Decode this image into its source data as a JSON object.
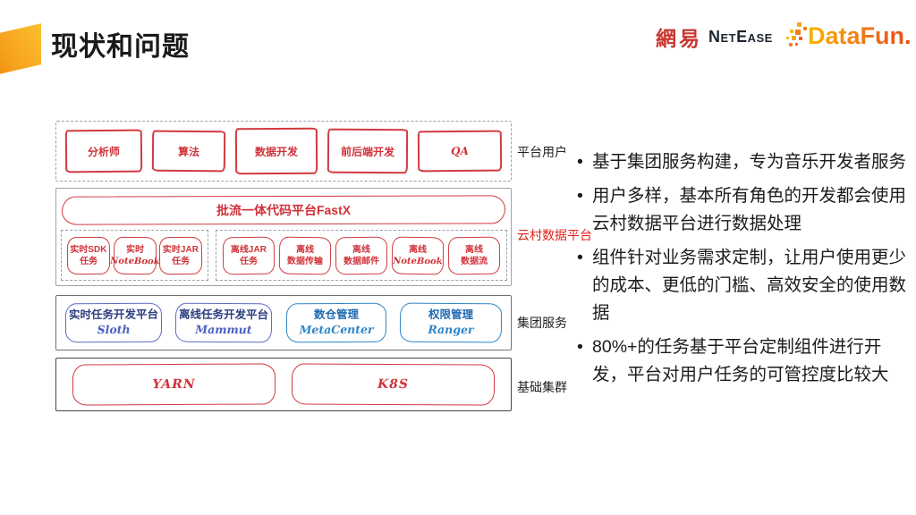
{
  "title": "现状和问题",
  "logos": {
    "netease_cn": "網易",
    "netease_en": "NetEase",
    "datafun_text": "DataFun."
  },
  "diagram": {
    "users": {
      "label": "平台用户",
      "boxes": [
        "分析师",
        "算法",
        "数据开发",
        "前后端开发",
        "QA"
      ]
    },
    "platform": {
      "label": "云村数据平台",
      "fastx": "批流一体代码平台FastX",
      "realtime": [
        {
          "line1": "实时SDK",
          "line2": "任务"
        },
        {
          "line1": "实时",
          "line2": "NoteBook"
        },
        {
          "line1": "实时JAR",
          "line2": "任务"
        }
      ],
      "offline": [
        {
          "line1": "离线JAR",
          "line2": "任务"
        },
        {
          "line1": "离线",
          "line2": "数据传输"
        },
        {
          "line1": "离线",
          "line2": "数据邮件"
        },
        {
          "line1": "离线",
          "line2": "NoteBook"
        },
        {
          "line1": "离线",
          "line2": "数据流"
        }
      ]
    },
    "services": {
      "label": "集团服务",
      "boxes": [
        {
          "cn": "实时任务开发平台",
          "en": "Sloth"
        },
        {
          "cn": "离线任务开发平台",
          "en": "Mammut"
        },
        {
          "cn": "数仓管理",
          "en": "MetaCenter"
        },
        {
          "cn": "权限管理",
          "en": "Ranger"
        }
      ]
    },
    "infra": {
      "label": "基础集群",
      "boxes": [
        "YARN",
        "K8S"
      ]
    }
  },
  "bullets": [
    "基于集团服务构建，专为音乐开发者服务",
    "用户多样，基本所有角色的开发都会使用云村数据平台进行数据处理",
    "组件针对业务需求定制，让用户使用更少的成本、更低的门槛、高效安全的使用数据",
    "80%+的任务基于平台定制组件进行开发，平台对用户任务的可管控度比较大"
  ],
  "colors": {
    "sketch_red": "#d13a40",
    "label_red": "#e02319",
    "indigo_blue": "#5b6bc4",
    "cyan_blue": "#2e86c8",
    "accent_orange": "#f7a41f",
    "netease_red": "#c8372e",
    "datafun_gradient_start": "#f8b500",
    "datafun_gradient_end": "#e84a18"
  }
}
